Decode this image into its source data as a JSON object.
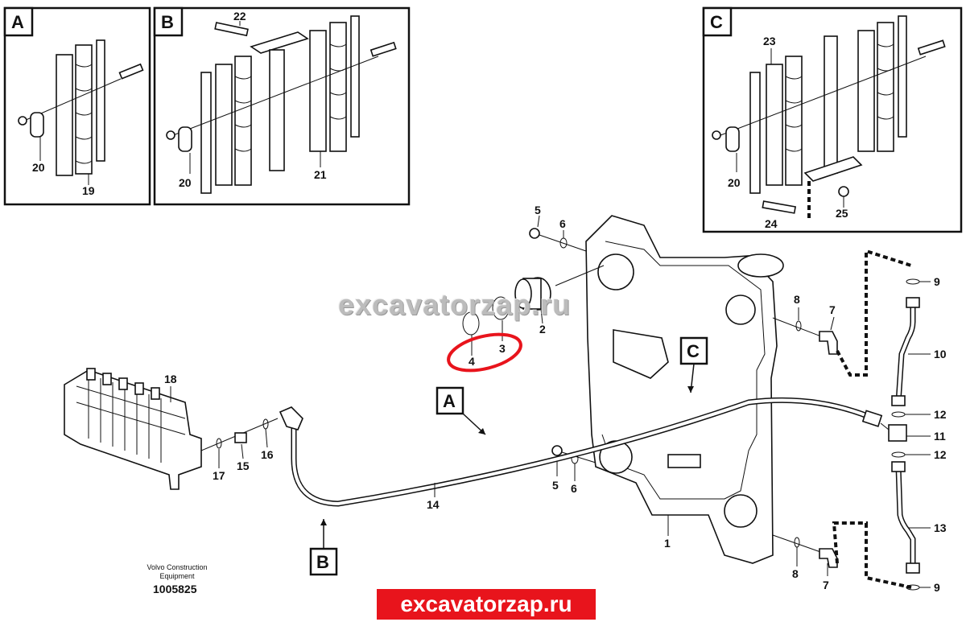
{
  "callouts": {
    "boxA": "A",
    "boxB": "B",
    "boxC": "C",
    "pA": "A",
    "pB": "B",
    "pC": "C",
    "n1": "1",
    "n2": "2",
    "n3": "3",
    "n4": "4",
    "n5a": "5",
    "n5b": "5",
    "n6a": "6",
    "n6b": "6",
    "n7a": "7",
    "n7b": "7",
    "n8a": "8",
    "n8b": "8",
    "n9a": "9",
    "n9b": "9",
    "n10": "10",
    "n11": "11",
    "n12a": "12",
    "n12b": "12",
    "n13": "13",
    "n14": "14",
    "n15": "15",
    "n16": "16",
    "n17": "17",
    "n18": "18",
    "n19": "19",
    "n20a": "20",
    "n20b": "20",
    "n20c": "20",
    "n21": "21",
    "n22": "22",
    "n23": "23",
    "n24": "24",
    "n25": "25"
  },
  "watermark": "excavatorzap.ru",
  "site_banner": "excavatorzap.ru",
  "caption_company": "Volvo Construction Equipment",
  "caption_number": "1005825",
  "colors": {
    "highlight": "#e8141c",
    "line": "#111111",
    "watermark": "#bcbcbc"
  }
}
